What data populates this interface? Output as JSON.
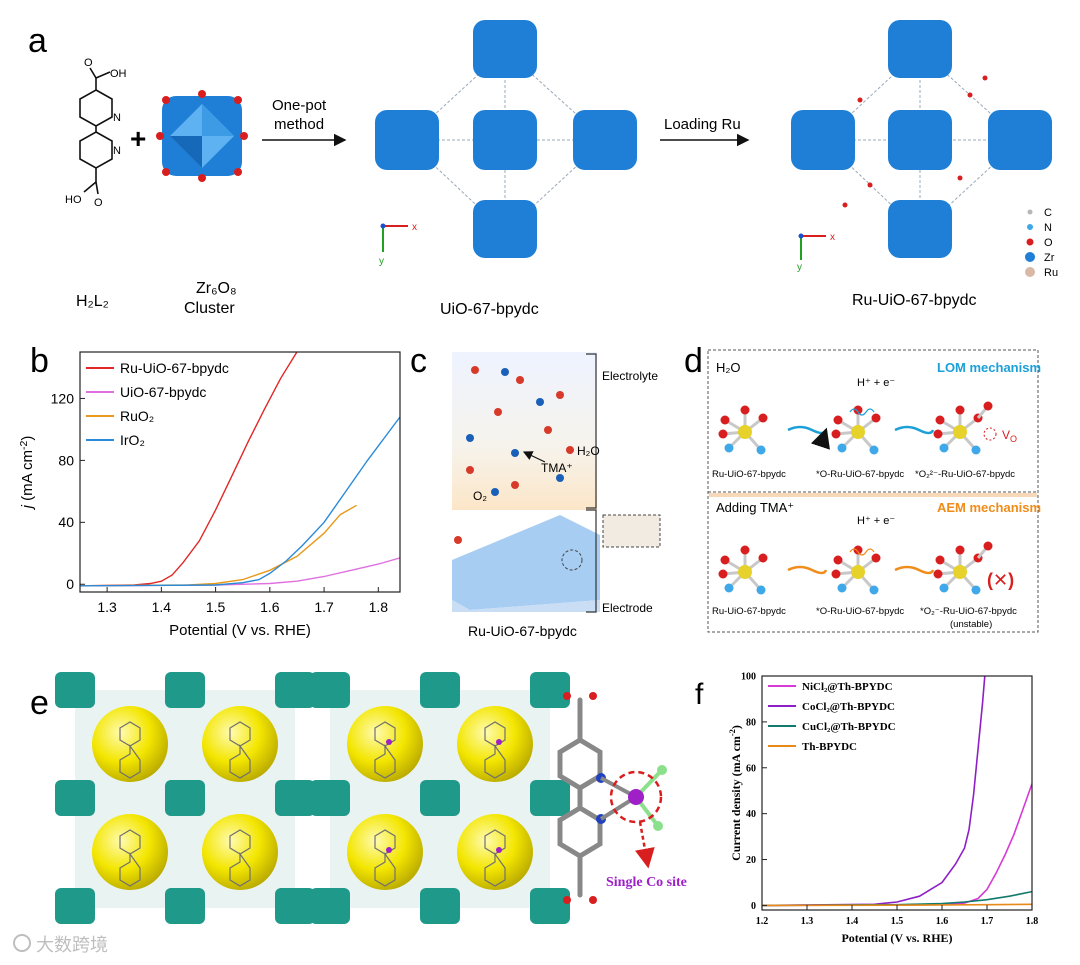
{
  "panel_a": {
    "letter": "a",
    "ligand_label": "H₂L₂",
    "ligand_oh": "OH",
    "ligand_ho": "HO",
    "ligand_o": "O",
    "ligand_n": "N",
    "plus": "+",
    "cluster_label_1": "Zr₆O₈",
    "cluster_label_2": "Cluster",
    "arrow1_label_1": "One-pot",
    "arrow1_label_2": "method",
    "mof1_label": "UiO-67-bpydc",
    "arrow2_label": "Loading Ru",
    "mof2_label": "Ru-UiO-67-bpydc",
    "axis_x": "x",
    "axis_y": "y",
    "legend": [
      "C",
      "N",
      "O",
      "Zr",
      "Ru"
    ],
    "colors": {
      "zr": "#1f7fd6",
      "o": "#d81e1e",
      "n": "#3fa8e8",
      "c": "#b7b7b7",
      "ru": "#d9b9a6"
    }
  },
  "panel_b": {
    "letter": "b"
  },
  "panel_c": {
    "letter": "c",
    "electrolyte": "Electrolyte",
    "electrode": "Electrode",
    "h2o": "H₂O",
    "tma": "TMA⁺",
    "o2": "O₂",
    "caption": "Ru-UiO-67-bpydc"
  },
  "panel_d": {
    "letter": "d",
    "top_left": "H₂O",
    "lom": "LOM mechanism",
    "he_top": "H⁺ + e⁻",
    "vo": "V",
    "vo_sub": "O",
    "top_labels": [
      "Ru-UiO-67-bpydc",
      "*O-Ru-UiO-67-bpydc",
      "*O₂²⁻-Ru-UiO-67-bpydc"
    ],
    "bottom_left": "Adding TMA⁺",
    "aem": "AEM mechanism",
    "he_bottom": "H⁺ + e⁻",
    "bottom_labels": [
      "Ru-UiO-67-bpydc",
      "*O-Ru-UiO-67-bpydc",
      "*O₂⁻-Ru-UiO-67-bpydc"
    ],
    "unstable": "(unstable)",
    "cross": "(✕)",
    "colors": {
      "lom": "#1ba0d8",
      "aem": "#f08c1a"
    }
  },
  "panel_e": {
    "letter": "e",
    "single_co": "Single Co site",
    "colors": {
      "teal": "#1f9a8a",
      "yellow": "#f3e600",
      "co": "#a020c8"
    }
  },
  "panel_f": {
    "letter": "f"
  },
  "watermark": "大数跨境",
  "chart_data": [
    {
      "type": "line",
      "panel": "b",
      "xlabel": "Potential (V vs. RHE)",
      "ylabel": "j (mA cm⁻²)",
      "ylabel_parts": {
        "j": "j",
        "rest": " (mA cm",
        "sup": "-2",
        "close": ")"
      },
      "xlim": [
        1.25,
        1.84
      ],
      "ylim": [
        -5,
        150
      ],
      "xticks": [
        1.3,
        1.4,
        1.5,
        1.6,
        1.7,
        1.8
      ],
      "xtick_labels": [
        "1.3",
        "1.4",
        "1.5",
        "1.6",
        "1.7",
        "1.8"
      ],
      "yticks": [
        0,
        40,
        80,
        120
      ],
      "ytick_labels": [
        "0",
        "40",
        "80",
        "120"
      ],
      "legend": "top-left",
      "series": [
        {
          "name": "Ru-UiO-67-bpydc",
          "color": "#e02828",
          "x": [
            1.25,
            1.35,
            1.38,
            1.4,
            1.42,
            1.44,
            1.47,
            1.5,
            1.53,
            1.56,
            1.59,
            1.62,
            1.65
          ],
          "y": [
            -1,
            -0.5,
            0.5,
            2,
            6,
            14,
            28,
            48,
            70,
            92,
            113,
            133,
            150
          ]
        },
        {
          "name": "UiO-67-bpydc",
          "color": "#e070e0",
          "x": [
            1.25,
            1.5,
            1.6,
            1.65,
            1.7,
            1.75,
            1.8,
            1.84
          ],
          "y": [
            -1,
            -0.5,
            0.5,
            2,
            5,
            9,
            13,
            17
          ]
        },
        {
          "name": "RuO₂",
          "color": "#e89a1a",
          "x": [
            1.25,
            1.45,
            1.5,
            1.55,
            1.6,
            1.65,
            1.7,
            1.73,
            1.76
          ],
          "y": [
            -1,
            -0.5,
            0.5,
            3,
            9,
            18,
            33,
            45,
            51
          ]
        },
        {
          "name": "IrO₂",
          "color": "#2a8ad8",
          "x": [
            1.25,
            1.5,
            1.55,
            1.58,
            1.6,
            1.63,
            1.66,
            1.7,
            1.74,
            1.78,
            1.84
          ],
          "y": [
            -1,
            -0.5,
            1,
            3,
            7,
            15,
            25,
            40,
            60,
            80,
            108
          ]
        }
      ]
    },
    {
      "type": "line",
      "panel": "f",
      "xlabel": "Potential (V vs. RHE)",
      "ylabel": "Current density (mA cm⁻²)",
      "ylabel_parts": {
        "rest": "Current density (mA cm",
        "sup": "-2",
        "close": ")"
      },
      "xlim": [
        1.2,
        1.8
      ],
      "ylim": [
        -2,
        100
      ],
      "xticks": [
        1.2,
        1.3,
        1.4,
        1.5,
        1.6,
        1.7,
        1.8
      ],
      "xtick_labels": [
        "1.2",
        "1.3",
        "1.4",
        "1.5",
        "1.6",
        "1.7",
        "1.8"
      ],
      "yticks": [
        0,
        20,
        40,
        60,
        80,
        100
      ],
      "ytick_labels": [
        "0",
        "20",
        "40",
        "60",
        "80",
        "100"
      ],
      "legend": "top-left",
      "series": [
        {
          "name": "NiCl₂@Th-BPYDC",
          "color": "#d63ad6",
          "x": [
            1.2,
            1.6,
            1.65,
            1.68,
            1.7,
            1.72,
            1.74,
            1.76,
            1.78,
            1.8
          ],
          "y": [
            0,
            0.3,
            1,
            3,
            7,
            14,
            22,
            31,
            42,
            53
          ]
        },
        {
          "name": "CoCl₂@Th-BPYDC",
          "color": "#8e1fc8",
          "x": [
            1.2,
            1.45,
            1.5,
            1.55,
            1.6,
            1.63,
            1.65,
            1.66,
            1.67,
            1.68,
            1.69,
            1.695
          ],
          "y": [
            0,
            0.5,
            1.5,
            4,
            10,
            18,
            25,
            33,
            48,
            68,
            88,
            100
          ]
        },
        {
          "name": "CuCl₂@Th-BPYDC",
          "color": "#127a6a",
          "x": [
            1.2,
            1.5,
            1.6,
            1.65,
            1.7,
            1.75,
            1.8
          ],
          "y": [
            0,
            0.3,
            0.8,
            1.5,
            2.5,
            4,
            6
          ]
        },
        {
          "name": "Th-BPYDC",
          "color": "#e88a1a",
          "x": [
            1.2,
            1.5,
            1.7,
            1.8
          ],
          "y": [
            0,
            0.1,
            0.3,
            0.5
          ]
        }
      ]
    }
  ]
}
